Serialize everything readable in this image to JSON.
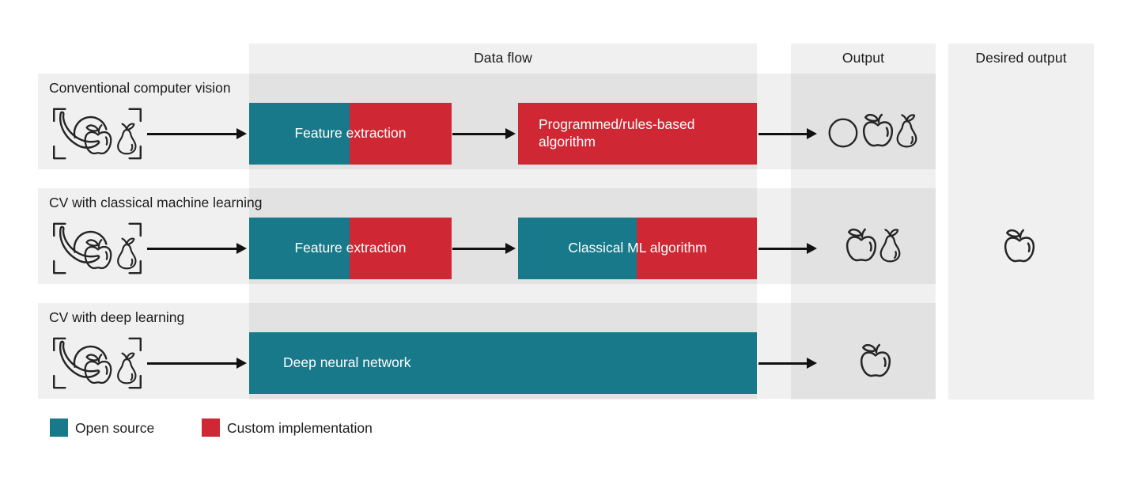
{
  "columns": {
    "data_flow": "Data flow",
    "output": "Output",
    "desired_output": "Desired output"
  },
  "rows": [
    {
      "label": "Conventional computer vision",
      "input_icon": "fruits-in-viewfinder",
      "boxes": [
        {
          "label": "Feature extraction",
          "segments": [
            "open_source",
            "custom"
          ],
          "align": "center"
        },
        {
          "label": "Programmed/rules-based algorithm",
          "segments": [
            "custom"
          ],
          "align": "left"
        }
      ],
      "output_icons": [
        "orange",
        "apple",
        "pear"
      ]
    },
    {
      "label": "CV with classical machine learning",
      "input_icon": "fruits-in-viewfinder",
      "boxes": [
        {
          "label": "Feature extraction",
          "segments": [
            "open_source",
            "custom"
          ],
          "align": "center"
        },
        {
          "label": "Classical ML algorithm",
          "segments": [
            "open_source",
            "custom"
          ],
          "align": "center"
        }
      ],
      "output_icons": [
        "apple",
        "pear"
      ]
    },
    {
      "label": "CV with deep learning",
      "input_icon": "fruits-in-viewfinder",
      "boxes": [
        {
          "label": "Deep neural network",
          "segments": [
            "open_source"
          ],
          "align": "left"
        }
      ],
      "output_icons": [
        "apple"
      ]
    }
  ],
  "desired_output": {
    "icon": "apple"
  },
  "legend": {
    "items": [
      {
        "label": "Open source",
        "key": "open_source",
        "color": "#17798a"
      },
      {
        "label": "Custom implementation",
        "key": "custom",
        "color": "#cf2733"
      }
    ]
  },
  "colors": {
    "open_source": "#17798a",
    "custom": "#cf2733",
    "band": "rgba(17,17,17,0.062)",
    "arrow": "#111111",
    "text": "#1c1c1c",
    "box_text": "#ffffff",
    "icon_stroke": "#252525"
  }
}
